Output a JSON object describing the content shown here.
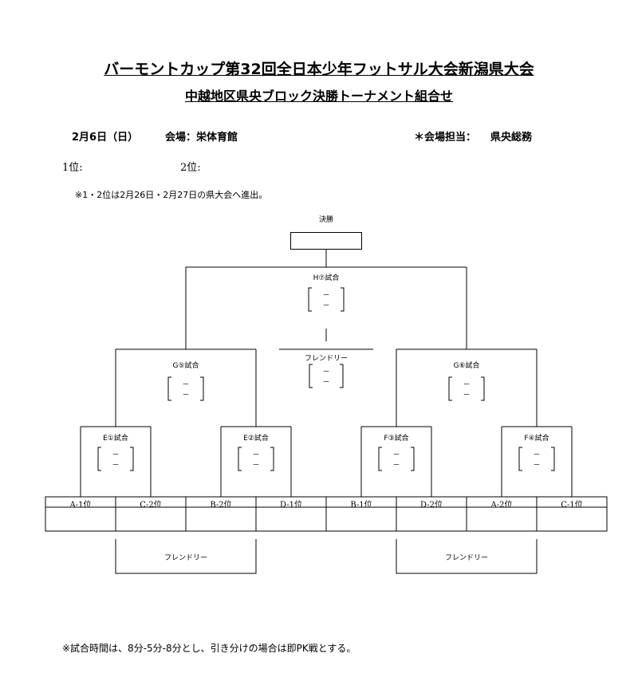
{
  "header": {
    "title1": "バーモントカップ第32回全日本少年フットサル大会新潟県大会",
    "title2": "中越地区県央ブロック決勝トーナメント組合せ"
  },
  "info": {
    "date": "2月6日（日）",
    "venue": "会場：栄体育館",
    "manager": "＊会場担当：",
    "manager_name": "県央総務",
    "first": "1位:",
    "second": "2位:",
    "advance_note": "※1・2位は2月26日・2月27日の県大会へ進出。"
  },
  "bracket": {
    "final_label": "決勝",
    "match_h": "H⑦試合",
    "match_g5": "G⑤試合",
    "match_g6": "G⑥試合",
    "match_e1": "E①試合",
    "match_e2": "E②試合",
    "match_f3": "F③試合",
    "match_f4": "F④試合",
    "friendly_center": "フレンドリー",
    "friendly_left": "フレンドリー",
    "friendly_right": "フレンドリー",
    "score_dash": "－",
    "teams": [
      "A-1位",
      "C-2位",
      "B-2位",
      "D-1位",
      "B-1位",
      "D-2位",
      "A-2位",
      "C-1位"
    ]
  },
  "footer": {
    "rule": "※試合時間は、8分-5分-8分とし、引き分けの場合は即PK戦とする。"
  }
}
